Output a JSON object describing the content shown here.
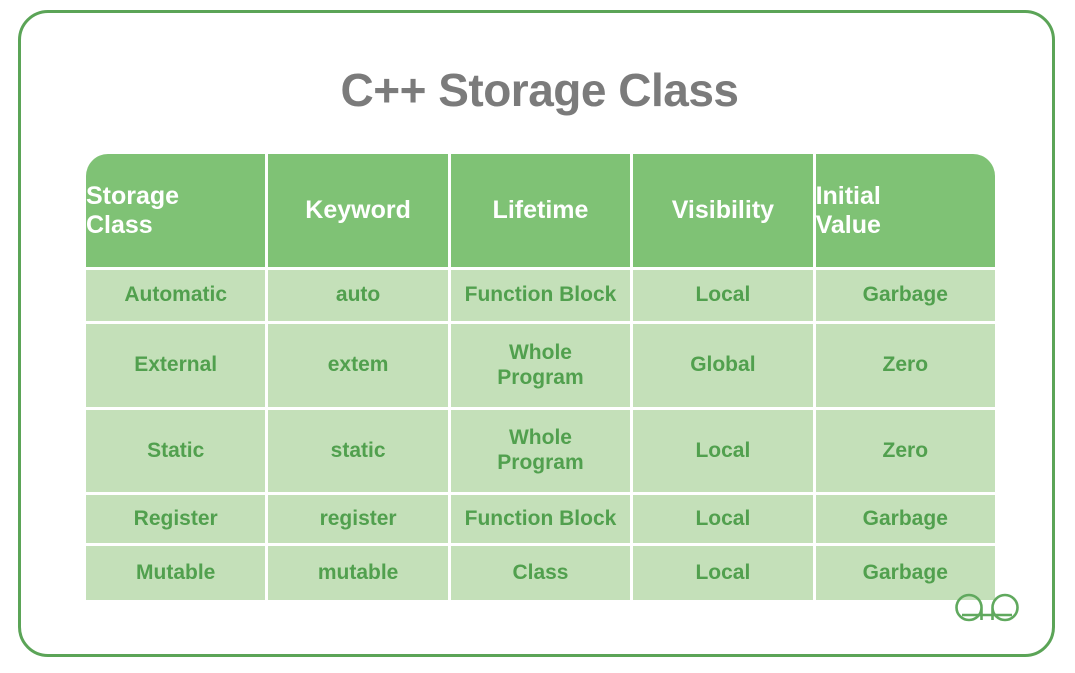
{
  "title": "C++ Storage Class",
  "brand": {
    "logo_name": "geeksforgeeks-logo",
    "color": "#60a95e"
  },
  "colors": {
    "card_border": "#5ba457",
    "header_bg": "#7fc275",
    "header_text": "#ffffff",
    "cell_bg": "#c4e0b9",
    "cell_text": "#51a04e",
    "title_text": "#7b7b7b",
    "page_bg": "#ffffff"
  },
  "table": {
    "columns": [
      {
        "label": "Storage Class",
        "lines": [
          "Storage",
          "Class"
        ],
        "align": "left"
      },
      {
        "label": "Keyword",
        "lines": [
          "Keyword"
        ],
        "align": "center"
      },
      {
        "label": "Lifetime",
        "lines": [
          "Lifetime"
        ],
        "align": "center"
      },
      {
        "label": "Visibility",
        "lines": [
          "Visibility"
        ],
        "align": "center"
      },
      {
        "label": "Initial Value",
        "lines": [
          "Initial",
          "Value"
        ],
        "align": "left"
      }
    ],
    "rows": [
      {
        "storage_class": "Automatic",
        "keyword": "auto",
        "lifetime": [
          "Function Block"
        ],
        "visibility": "Local",
        "initial_value": "Garbage"
      },
      {
        "storage_class": "External",
        "keyword": "extem",
        "lifetime": [
          "Whole",
          "Program"
        ],
        "visibility": "Global",
        "initial_value": "Zero"
      },
      {
        "storage_class": "Static",
        "keyword": "static",
        "lifetime": [
          "Whole",
          "Program"
        ],
        "visibility": "Local",
        "initial_value": "Zero"
      },
      {
        "storage_class": "Register",
        "keyword": "register",
        "lifetime": [
          "Function Block"
        ],
        "visibility": "Local",
        "initial_value": "Garbage"
      },
      {
        "storage_class": "Mutable",
        "keyword": "mutable",
        "lifetime": [
          "Class"
        ],
        "visibility": "Local",
        "initial_value": "Garbage"
      }
    ]
  }
}
